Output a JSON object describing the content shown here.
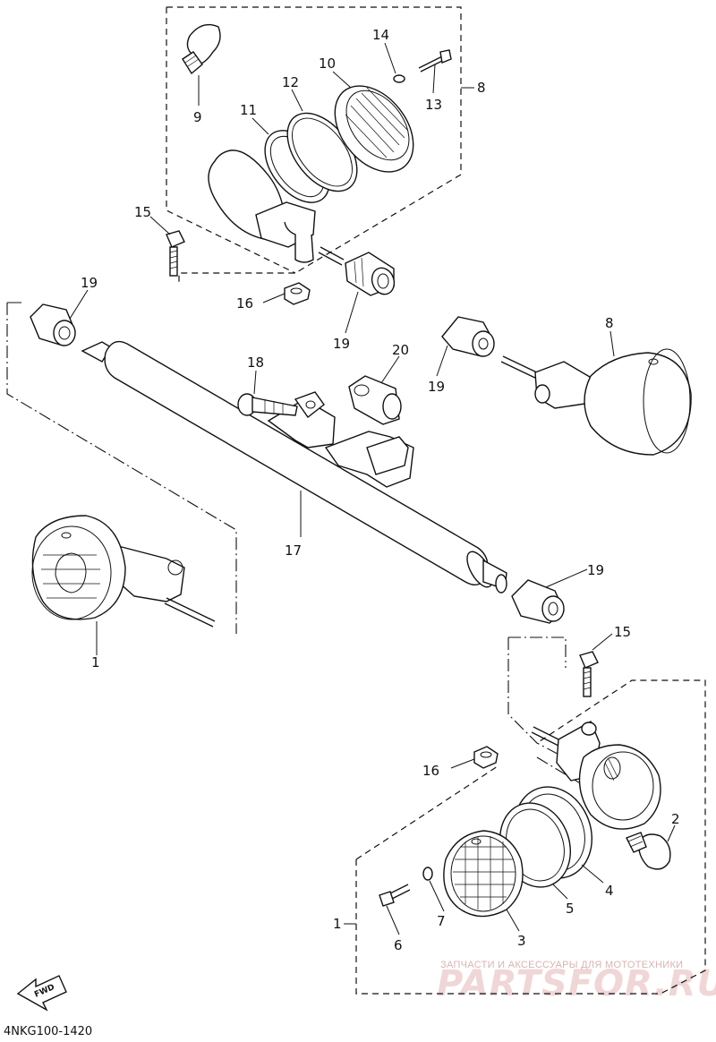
{
  "callouts": [
    {
      "id": "c1a",
      "text": "1"
    },
    {
      "id": "c1b",
      "text": "1"
    },
    {
      "id": "c2",
      "text": "2"
    },
    {
      "id": "c3",
      "text": "3"
    },
    {
      "id": "c4",
      "text": "4"
    },
    {
      "id": "c5",
      "text": "5"
    },
    {
      "id": "c6",
      "text": "6"
    },
    {
      "id": "c7",
      "text": "7"
    },
    {
      "id": "c8a",
      "text": "8"
    },
    {
      "id": "c8b",
      "text": "8"
    },
    {
      "id": "c9",
      "text": "9"
    },
    {
      "id": "c10",
      "text": "10"
    },
    {
      "id": "c11",
      "text": "11"
    },
    {
      "id": "c12",
      "text": "12"
    },
    {
      "id": "c13",
      "text": "13"
    },
    {
      "id": "c14",
      "text": "14"
    },
    {
      "id": "c15a",
      "text": "15"
    },
    {
      "id": "c15b",
      "text": "15"
    },
    {
      "id": "c16a",
      "text": "16"
    },
    {
      "id": "c16b",
      "text": "16"
    },
    {
      "id": "c17",
      "text": "17"
    },
    {
      "id": "c18",
      "text": "18"
    },
    {
      "id": "c19a",
      "text": "19"
    },
    {
      "id": "c19b",
      "text": "19"
    },
    {
      "id": "c19c",
      "text": "19"
    },
    {
      "id": "c19d",
      "text": "19"
    },
    {
      "id": "c20",
      "text": "20"
    }
  ],
  "diagram_code": "4NKG100-1420",
  "direction_badge": "FWD",
  "watermark": {
    "caption": "ЗАПЧАСТИ И АКСЕССУАРЫ ДЛЯ МОТОТЕХНИКИ",
    "brand": "PARTSFOR.RU"
  }
}
